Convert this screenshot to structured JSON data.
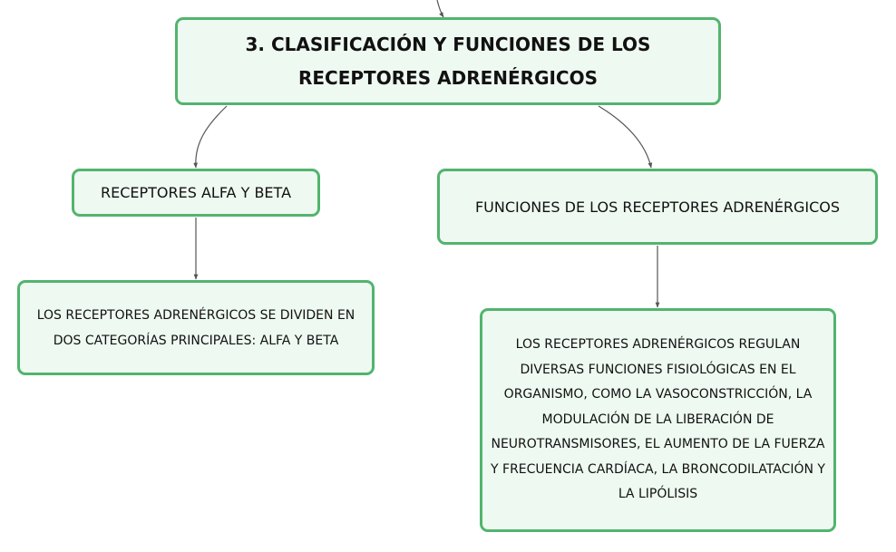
{
  "mindmap": {
    "central_topic": "3. CLASIFICACIÓN Y FUNCIONES DE LOS RECEPTORES ADRENÉRGICOS",
    "branches": [
      {
        "title": "RECEPTORES ALFA Y BETA",
        "detail": "LOS RECEPTORES ADRENÉRGICOS SE DIVIDEN EN DOS CATEGORÍAS PRINCIPALES: ALFA Y BETA"
      },
      {
        "title": "FUNCIONES DE LOS RECEPTORES ADRENÉRGICOS",
        "detail": "LOS RECEPTORES ADRENÉRGICOS REGULAN DIVERSAS FUNCIONES FISIOLÓGICAS EN EL ORGANISMO, COMO LA VASOCONSTRICCIÓN, LA MODULACIÓN DE LA LIBERACIÓN DE NEUROTRANSMISORES, EL AUMENTO DE LA FUERZA Y FRECUENCIA CARDÍACA, LA BRONCODILATACIÓN Y LA LIPÓLISIS"
      }
    ]
  },
  "colors": {
    "node_border": "#52b46e",
    "node_fill": "#eef9f1",
    "connector": "#555555",
    "text": "#111111"
  }
}
